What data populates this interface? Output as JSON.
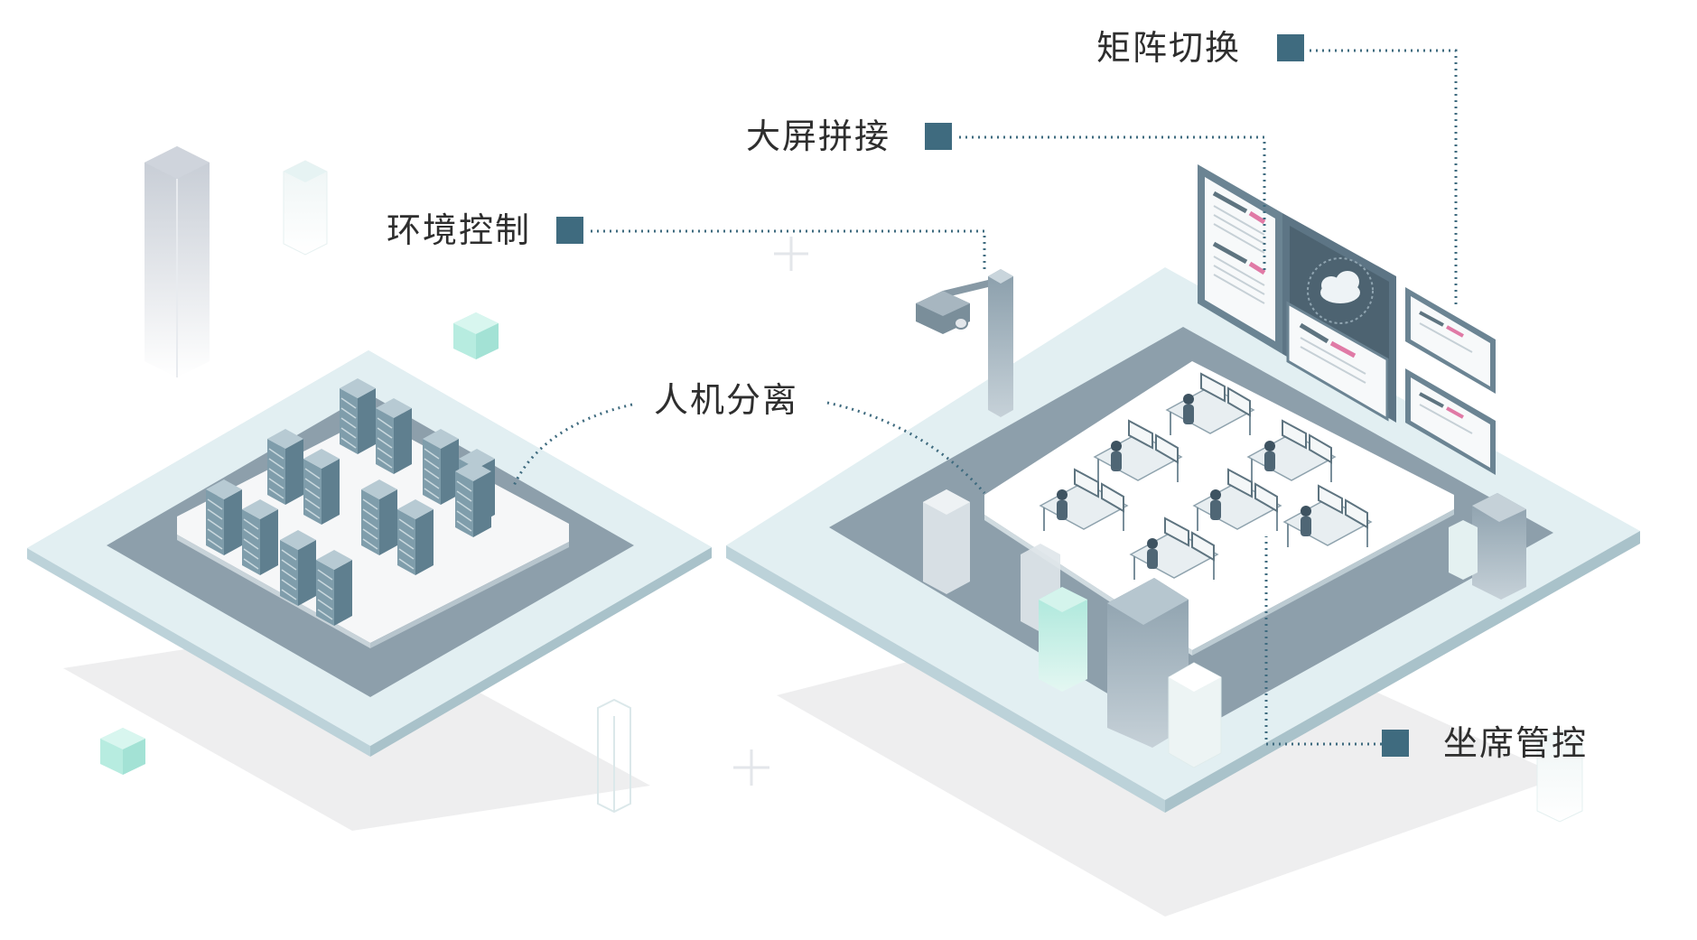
{
  "callouts": {
    "matrix_switching": "矩阵切换",
    "video_wall": "大屏拼接",
    "environment_control": "环境控制",
    "kvm_separation": "人机分离",
    "seat_control": "坐席管控"
  },
  "colors": {
    "marker": "#3f6b7f",
    "leader_line": "#3f6b7f",
    "platform_light": "#e3eff2",
    "platform_mid": "#98a8b3",
    "platform_dark": "#7d8f9b",
    "floor_white": "#ffffff",
    "server_rack": "#6d8c9b",
    "mint_cube": "#b7ece0",
    "screen_panel": "#5d7585",
    "highlight_pink": "#e07aa6"
  },
  "icons": [
    "server-rack-icon",
    "cctv-camera-icon",
    "workstation-desk-icon",
    "video-wall-panel-icon",
    "cloud-icon"
  ]
}
